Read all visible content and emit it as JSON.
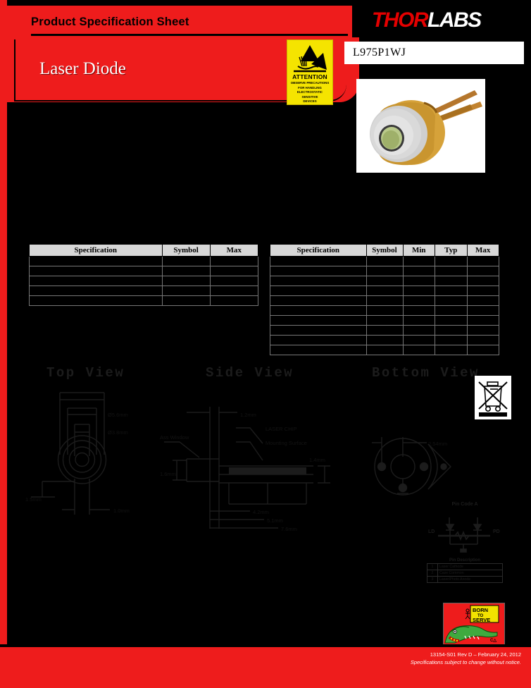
{
  "header": {
    "title": "Product Specification Sheet",
    "subtitle": "Laser Diode",
    "part_number": "L975P1WJ",
    "logo_primary": "THOR",
    "logo_secondary": "LABS",
    "logo_red": "#e40000",
    "banner_red": "#ee1c1c"
  },
  "esd_label": {
    "attention": "ATTENTION",
    "line1": "OBSERVE PRECAUTIONS",
    "line2": "FOR HANDLING",
    "line3": "ELECTROSTATIC",
    "line4": "SENSITIVE",
    "line5": "DEVICES",
    "background": "#f5e400"
  },
  "table_absolute_max": {
    "headers": [
      "Specification",
      "Symbol",
      "Max"
    ],
    "rows": [
      [
        "",
        "",
        ""
      ],
      [
        "",
        "",
        ""
      ],
      [
        "",
        "",
        ""
      ],
      [
        "",
        "",
        ""
      ],
      [
        "",
        "",
        ""
      ]
    ]
  },
  "table_specifications": {
    "headers": [
      "Specification",
      "Symbol",
      "Min",
      "Typ",
      "Max"
    ],
    "rows": [
      [
        "",
        "",
        "",
        "",
        ""
      ],
      [
        "",
        "",
        "",
        "",
        ""
      ],
      [
        "",
        "",
        "",
        "",
        ""
      ],
      [
        "",
        "",
        "",
        "",
        ""
      ],
      [
        "",
        "",
        "",
        "",
        ""
      ],
      [
        "",
        "",
        "",
        "",
        ""
      ],
      [
        "",
        "",
        "",
        "",
        ""
      ],
      [
        "",
        "",
        "",
        "",
        ""
      ],
      [
        "",
        "",
        "",
        "",
        ""
      ],
      [
        "",
        "",
        "",
        "",
        ""
      ]
    ]
  },
  "drawings": {
    "top_view_title": "Top View",
    "side_view_title": "Side View",
    "bottom_view_title": "Bottom View",
    "side_view_callout_laser_chip": "LASER CHIP",
    "side_view_callout_mounting": "Mounting Surface",
    "side_view_callout_window": "Ass Window"
  },
  "pin_code": {
    "title": "Pin Code A",
    "label_left": "LD",
    "label_right": "PD"
  },
  "pin_description": {
    "title": "Pin Description",
    "rows": [
      [
        "1",
        "Laser Cathode"
      ],
      [
        "2",
        "Case Common"
      ],
      [
        "3",
        "Laser/Photo Anode"
      ]
    ]
  },
  "icons": {
    "weee": "crossed-out-wheeled-bin-icon",
    "born_to_serve_line1": "BORN",
    "born_to_serve_line2": "TO",
    "born_to_serve_line3": "SERVE"
  },
  "footer": {
    "document_id": "13154-S01 Rev D – February 24, 2012",
    "disclaimer": "Specifications subject to change without notice."
  }
}
